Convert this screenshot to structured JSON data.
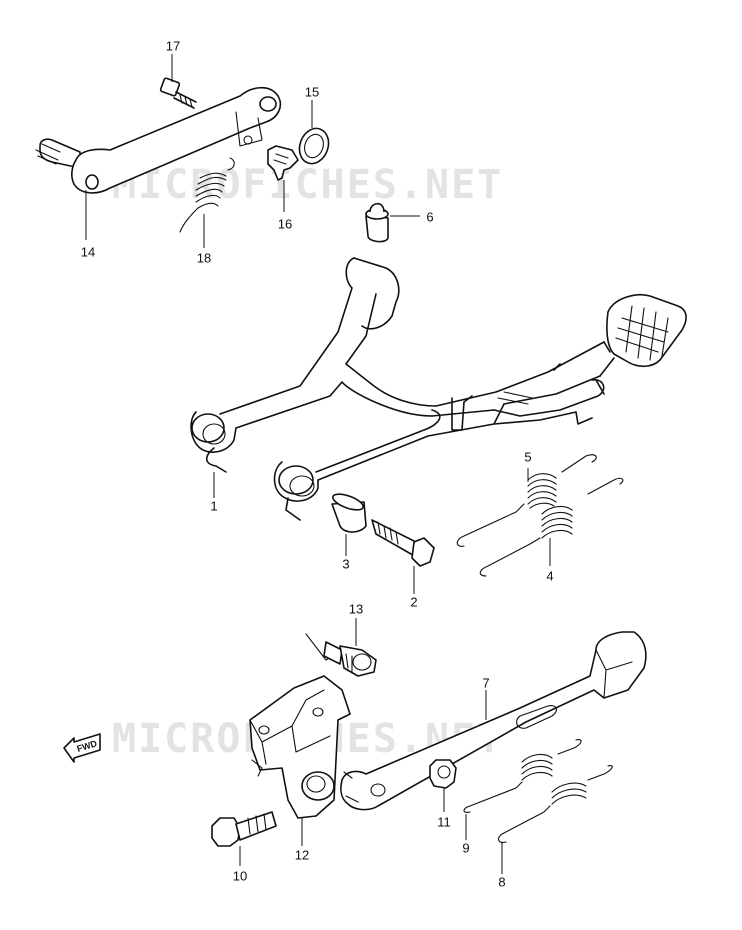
{
  "watermarks": [
    "MICROFICHES.NET",
    "MICROFICHES.NET"
  ],
  "direction_badge": "FWD",
  "callouts": [
    {
      "id": "1",
      "label": "1"
    },
    {
      "id": "2",
      "label": "2"
    },
    {
      "id": "3",
      "label": "3"
    },
    {
      "id": "4",
      "label": "4"
    },
    {
      "id": "5",
      "label": "5"
    },
    {
      "id": "6",
      "label": "6"
    },
    {
      "id": "7",
      "label": "7"
    },
    {
      "id": "8",
      "label": "8"
    },
    {
      "id": "9",
      "label": "9"
    },
    {
      "id": "10",
      "label": "10"
    },
    {
      "id": "11",
      "label": "11"
    },
    {
      "id": "12",
      "label": "12"
    },
    {
      "id": "13",
      "label": "13"
    },
    {
      "id": "14",
      "label": "14"
    },
    {
      "id": "15",
      "label": "15"
    },
    {
      "id": "16",
      "label": "16"
    },
    {
      "id": "17",
      "label": "17"
    },
    {
      "id": "18",
      "label": "18"
    }
  ],
  "colors": {
    "line": "#111111",
    "watermark": "#e3e3e3",
    "background": "#ffffff"
  }
}
